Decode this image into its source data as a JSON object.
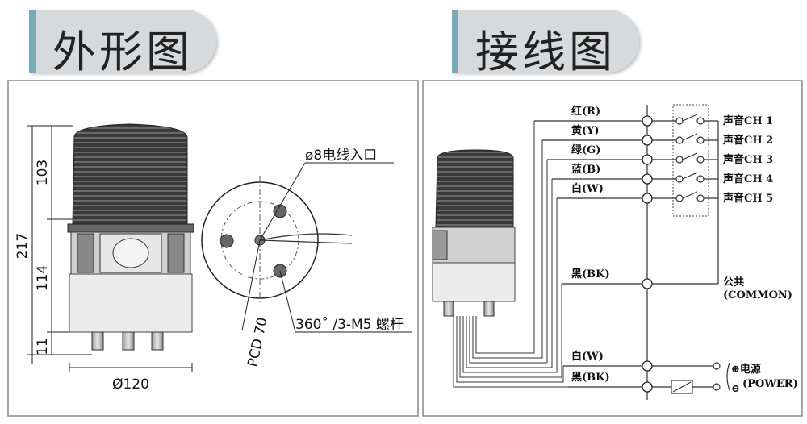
{
  "titles": {
    "left": "外形图",
    "right": "接线图"
  },
  "outline": {
    "height_total": "217",
    "height_top": "103",
    "height_middle": "114",
    "height_bottom": "11",
    "diameter": "Ø120",
    "cable_entry": "ø8电线入口",
    "mount": "360˚ /3-M5 螺杆",
    "pcd": "PCD 70"
  },
  "wiring": {
    "wires": [
      "红(R)",
      "黄(Y)",
      "绿(G)",
      "蓝(B)",
      "白(W)",
      "黑(BK)"
    ],
    "channels": [
      "声音CH 1",
      "声音CH 2",
      "声音CH 3",
      "声音CH 4",
      "声音CH 5"
    ],
    "common_label": "公共",
    "common_sub": "(COMMON)",
    "power_wires": [
      "白(W)",
      "黑(BK)"
    ],
    "power_plus": "⊕电源",
    "power_minus": "⊖",
    "power_sub": "(POWER)"
  }
}
